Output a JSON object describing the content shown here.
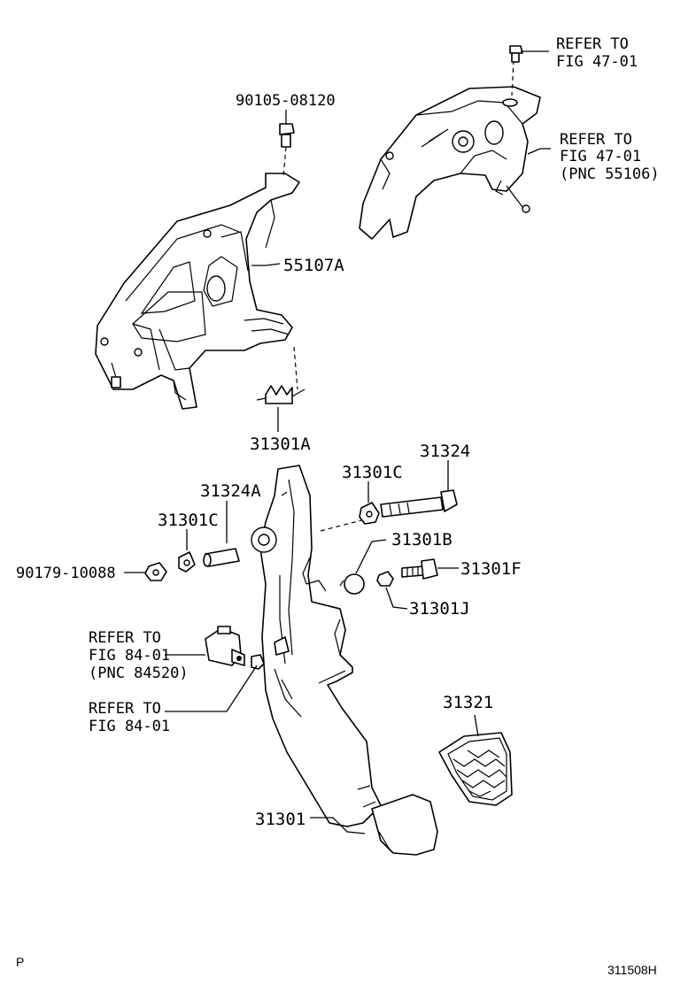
{
  "labels": {
    "bolt_top": "90105-08120",
    "refer_47_a_line1": "REFER TO",
    "refer_47_a_line2": "FIG 47-01",
    "refer_47_b_line1": "REFER TO",
    "refer_47_b_line2": "FIG 47-01",
    "refer_47_b_line3": "(PNC 55106)",
    "bracket": "55107A",
    "spring": "31301A",
    "collar": "31324A",
    "bolt_pivot": "31324",
    "nut_right": "31301C",
    "bushing_left": "31301C",
    "nut_left": "90179-10088",
    "cushion_ball": "31301B",
    "stopper_bolt": "31301F",
    "stopper_nut": "31301J",
    "refer_84_a_line1": "REFER TO",
    "refer_84_a_line2": "FIG 84-01",
    "refer_84_a_line3": "(PNC 84520)",
    "refer_84_b_line1": "REFER TO",
    "refer_84_b_line2": "FIG 84-01",
    "pedal_pad": "31321",
    "pedal": "31301"
  },
  "footer": {
    "left_mark": "P",
    "figure_code": "311508H"
  }
}
